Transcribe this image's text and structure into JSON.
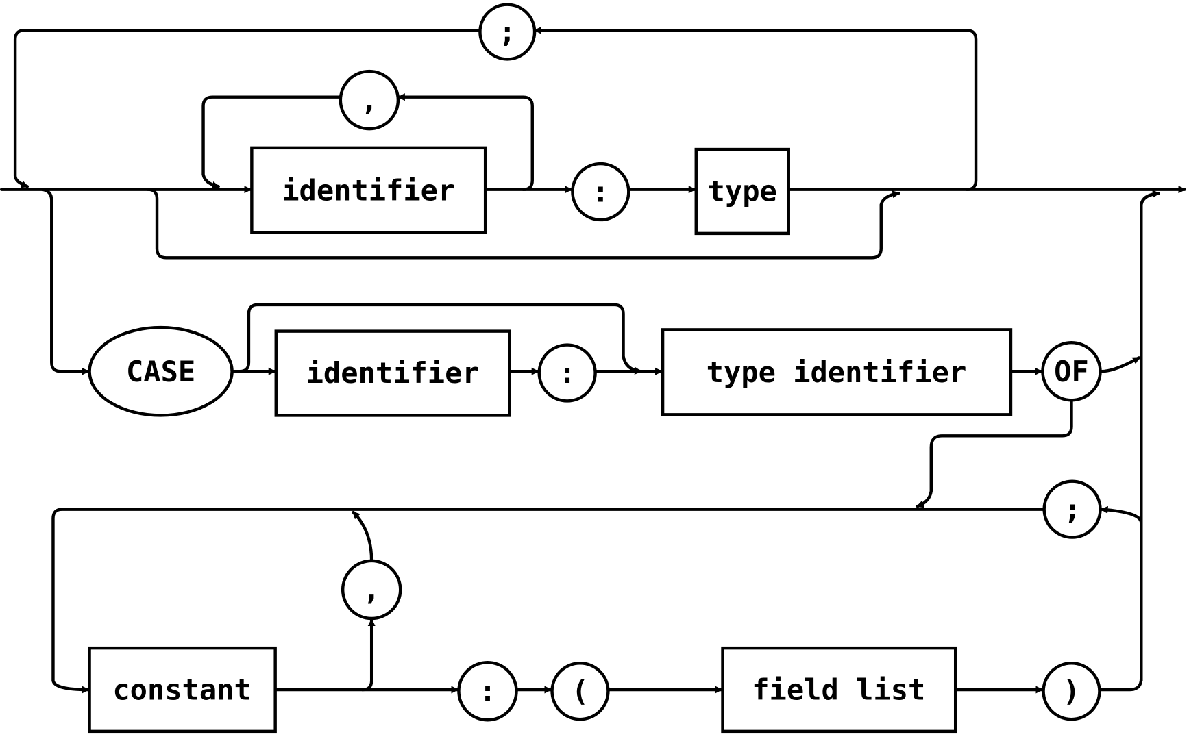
{
  "diagram": {
    "top_row": {
      "separator_semicolon": ";",
      "identifier": "identifier",
      "comma": ",",
      "colon": ":",
      "type": "type"
    },
    "middle_row": {
      "case": "CASE",
      "identifier": "identifier",
      "colon": ":",
      "type_identifier": "type identifier",
      "of": "OF"
    },
    "bottom_row": {
      "semicolon": ";",
      "constant": "constant",
      "comma": ",",
      "colon": ":",
      "open_paren": "(",
      "field_list": "field list",
      "close_paren": ")"
    }
  }
}
